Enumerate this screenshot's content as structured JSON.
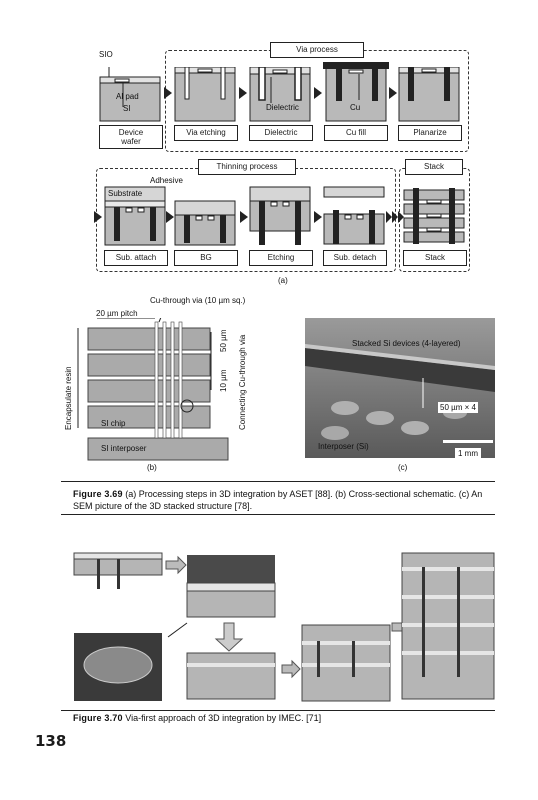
{
  "fig369": {
    "a": {
      "labels": {
        "sio": "SIO",
        "al_pad": "Al pad",
        "si": "SI",
        "dielectric": "Dielectric",
        "cu": "Cu",
        "adhesive": "Adhesive",
        "substrate": "Substrate"
      },
      "groups": {
        "via_process": "Via process",
        "thinning_process": "Thinning process",
        "stack": "Stack"
      },
      "steps_row1": [
        "Device\nwafer",
        "Via etching",
        "Dielectric",
        "Cu fill",
        "Planarize"
      ],
      "steps_row2": [
        "Sub. attach",
        "BG",
        "Etching",
        "Sub. detach",
        "Stack"
      ],
      "panel_label": "(a)"
    },
    "b": {
      "via_label": "Cu-through via (10 µm sq.)",
      "pitch_label": "20 µm pitch",
      "thick_50": "50 µm",
      "thick_10": "10 µm",
      "resin_label": "Encapsulate resin",
      "connect_label": "Connecting Cu-through via",
      "si_chip": "SI chip",
      "si_interposer": "SI interposer",
      "panel_label": "(b)"
    },
    "c": {
      "stacked_label": "Stacked Si devices (4-layered)",
      "thickness_label": "50 µm × 4",
      "interposer_label": "Interposer (Si)",
      "scale_label": "1 mm",
      "panel_label": "(c)"
    },
    "caption": {
      "figure": "Figure 3.69",
      "text": "(a) Processing steps in 3D integration by ASET [88]. (b) Cross-sectional schematic. (c) An SEM picture of the 3D stacked structure [78]."
    }
  },
  "fig370": {
    "caption": {
      "figure": "Figure 3.70",
      "text": "Via-first approach of 3D integration by IMEC. [71]"
    }
  },
  "page_number": "138"
}
